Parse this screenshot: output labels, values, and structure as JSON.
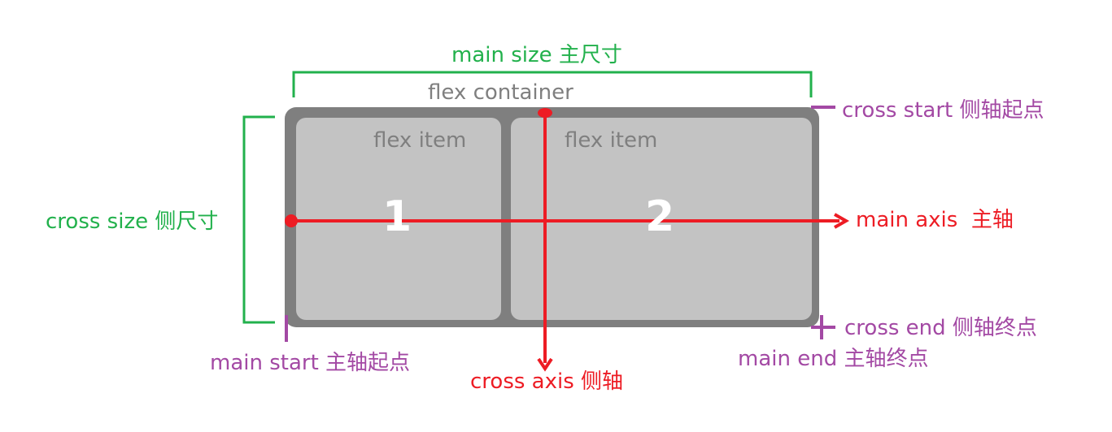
{
  "container": {
    "title": "flex container"
  },
  "items": [
    {
      "title": "flex item",
      "number": "1"
    },
    {
      "title": "flex item",
      "number": "2"
    }
  ],
  "labels": {
    "main_size": "main size  主尺寸",
    "cross_size": "cross size  侧尺寸",
    "cross_start": "cross start  侧轴起点",
    "cross_end": "cross end  侧轴终点",
    "main_start": "main start  主轴起点",
    "main_end": "main end  主轴终点",
    "main_axis_en": "main axis",
    "main_axis_zh": "主轴",
    "cross_axis_en": "cross axis",
    "cross_axis_zh": "侧轴"
  },
  "colors": {
    "container_border": "#7f7f7f",
    "item_fill": "#c3c3c3",
    "size_bracket": "#22b14c",
    "start_end_marker": "#a349a4",
    "axis": "#ed1c24",
    "label_text": "#7f7f7f"
  }
}
